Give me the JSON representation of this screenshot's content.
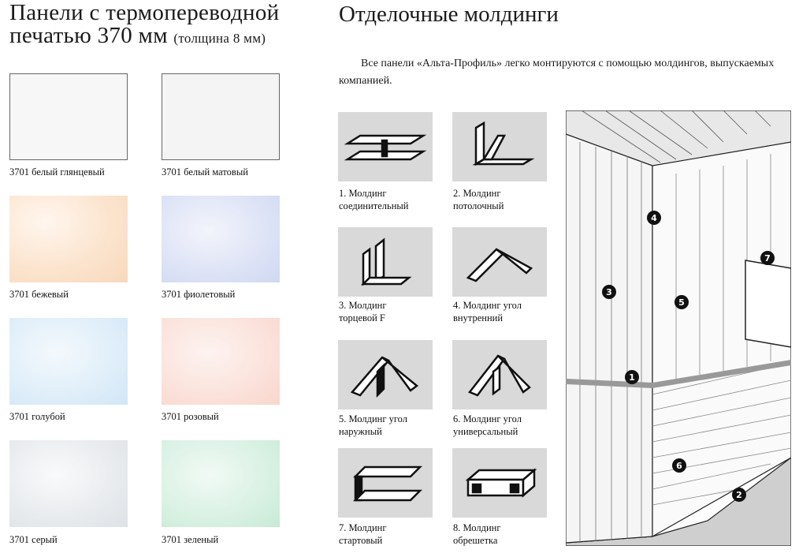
{
  "panels": {
    "title_line1": "Панели с термопереводной",
    "title_line2": "печатью 370 мм",
    "title_note": "(толщина 8 мм)",
    "swatches": [
      {
        "label": "3701 белый глянцевый",
        "color": "#f7f7f7"
      },
      {
        "label": "3701 белый матовый",
        "color": "#f4f4f4"
      },
      {
        "label": "3701 бежевый",
        "color": "#fbe6d2"
      },
      {
        "label": "3701 фиолетовый",
        "color": "#dfe4f6"
      },
      {
        "label": "3701 голубой",
        "color": "#e2eff9"
      },
      {
        "label": "3701 розовый",
        "color": "#fbe5df"
      },
      {
        "label": "3701 серый",
        "color": "#eceff1"
      },
      {
        "label": "3701 зеленый",
        "color": "#dff3e8"
      }
    ]
  },
  "moldings": {
    "title": "Отделочные молдинги",
    "intro": "Все панели «Альта-Профиль» легко монтируются с помощью молдингов, выпускаемых компанией.",
    "items": [
      {
        "line1": "1. Молдинг",
        "line2": "соединительный",
        "icon": "connecting-molding-icon"
      },
      {
        "line1": "2. Молдинг",
        "line2": "потолочный",
        "icon": "ceiling-molding-icon"
      },
      {
        "line1": "3. Молдинг",
        "line2": "торцевой F",
        "icon": "end-f-molding-icon"
      },
      {
        "line1": "4. Молдинг угол",
        "line2": "внутренний",
        "icon": "inner-corner-molding-icon"
      },
      {
        "line1": "5. Молдинг угол",
        "line2": "наружный",
        "icon": "outer-corner-molding-icon"
      },
      {
        "line1": "6. Молдинг угол",
        "line2": "универсальный",
        "icon": "universal-corner-molding-icon"
      },
      {
        "line1": "7. Молдинг",
        "line2": "стартовый",
        "icon": "starter-molding-icon"
      },
      {
        "line1": "8. Молдинг",
        "line2": "обрешетка",
        "icon": "batten-molding-icon"
      }
    ]
  },
  "diagram": {
    "markers": [
      "1",
      "2",
      "3",
      "4",
      "5",
      "6",
      "7"
    ]
  }
}
